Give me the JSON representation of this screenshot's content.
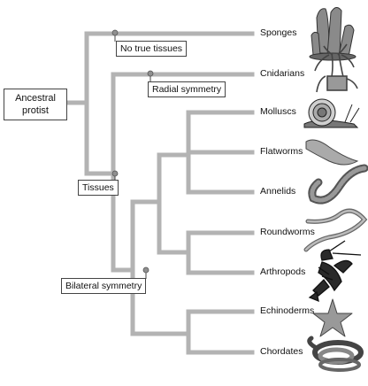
{
  "root": [
    "Ancestral",
    "protist"
  ],
  "traits": {
    "no_true_tissues": "No true tissues",
    "radial_symmetry": "Radial symmetry",
    "tissues": "Tissues",
    "bilateral_symmetry": "Bilateral symmetry"
  },
  "taxa": [
    {
      "label": "Sponges",
      "icon": "sponge-icon"
    },
    {
      "label": "Cnidarians",
      "icon": "cnidarian-icon"
    },
    {
      "label": "Molluscs",
      "icon": "snail-icon"
    },
    {
      "label": "Flatworms",
      "icon": "flatworm-icon"
    },
    {
      "label": "Annelids",
      "icon": "annelid-icon"
    },
    {
      "label": "Roundworms",
      "icon": "roundworm-icon"
    },
    {
      "label": "Arthropods",
      "icon": "lobster-icon"
    },
    {
      "label": "Echinoderms",
      "icon": "starfish-icon"
    },
    {
      "label": "Chordates",
      "icon": "snake-icon"
    }
  ],
  "colors": {
    "branch": "#b3b3b3",
    "node": "#8f8f8f",
    "box_border": "#444444"
  }
}
